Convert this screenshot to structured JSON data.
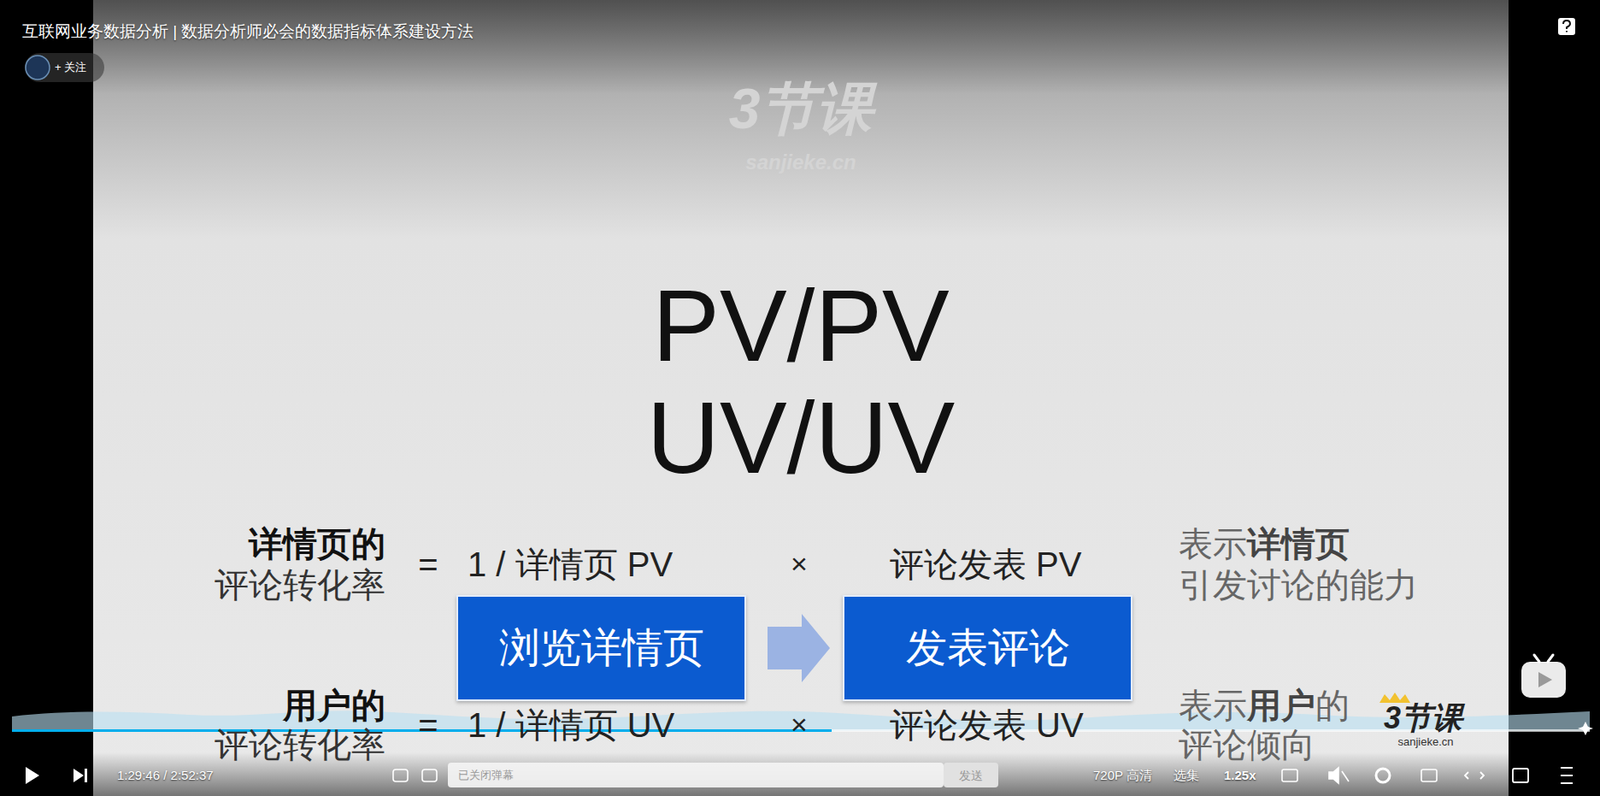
{
  "diagram": {
    "title": "互联网业务数据分析 | 数据分析师必会的数据指标体系建设方法",
    "nodes": [
      {
        "text": [
          "浏览详情页"
        ]
      },
      {
        "text": [
          "发表评论"
        ]
      }
    ],
    "edges": [
      {
        "from": 0,
        "to": 1,
        "arrow": "to"
      }
    ],
    "labels": [
      "PV/PV",
      "UV/UV",
      "详情页的",
      "评论转化率",
      "=",
      "1 / 详情页 PV",
      "×",
      "评论发表 PV",
      "表示",
      "详情页",
      "引发讨论的能力",
      "用户的",
      "评论转化率",
      "=",
      "1 / 详情页 UV",
      "×",
      "评论发表 UV",
      "表示",
      "用户",
      "的",
      "评论倾向",
      "+ 关注",
      "3节课",
      "sanjieke.cn",
      "1:29:46 / 2:52:37",
      "已关闭弹幕",
      "发送",
      "720P 高清",
      "选集",
      "1.25x",
      "3节课",
      "sanjieke.cn"
    ]
  }
}
